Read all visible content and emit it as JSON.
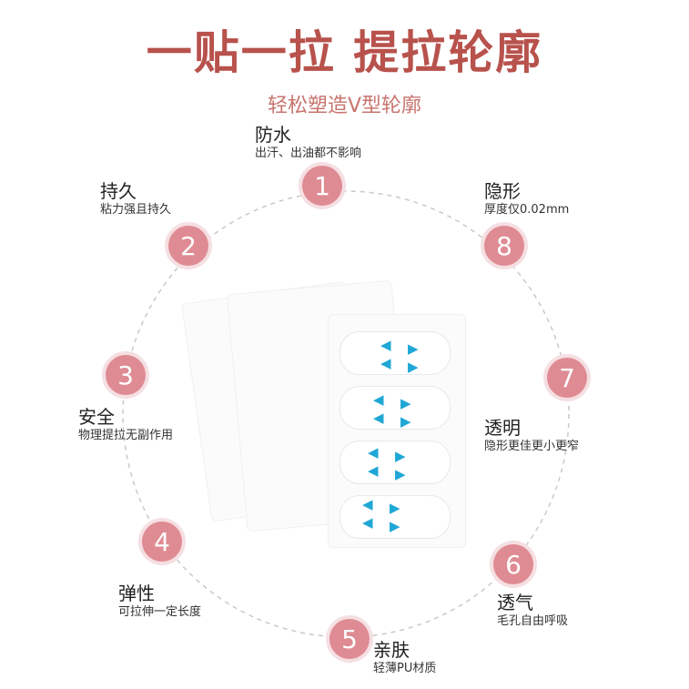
{
  "header": {
    "title": "一贴一拉 提拉轮廓",
    "subtitle": "轻松塑造V型轮廓"
  },
  "colors": {
    "accent": "#df8b93",
    "title": "#b8524c",
    "arrow": "#1fa7d6"
  },
  "features": [
    {
      "num": "1",
      "name": "防水",
      "desc": "出汗、出油都不影响"
    },
    {
      "num": "2",
      "name": "持久",
      "desc": "粘力强且持久"
    },
    {
      "num": "3",
      "name": "安全",
      "desc": "物理提拉无副作用"
    },
    {
      "num": "4",
      "name": "弹性",
      "desc": "可拉伸一定长度"
    },
    {
      "num": "5",
      "name": "亲肤",
      "desc": "轻薄PU材质"
    },
    {
      "num": "6",
      "name": "透气",
      "desc": "毛孔自由呼吸"
    },
    {
      "num": "7",
      "name": "透明",
      "desc": "隐形更佳更小更窄"
    },
    {
      "num": "8",
      "name": "隐形",
      "desc": "厚度仅0.02mm"
    }
  ]
}
